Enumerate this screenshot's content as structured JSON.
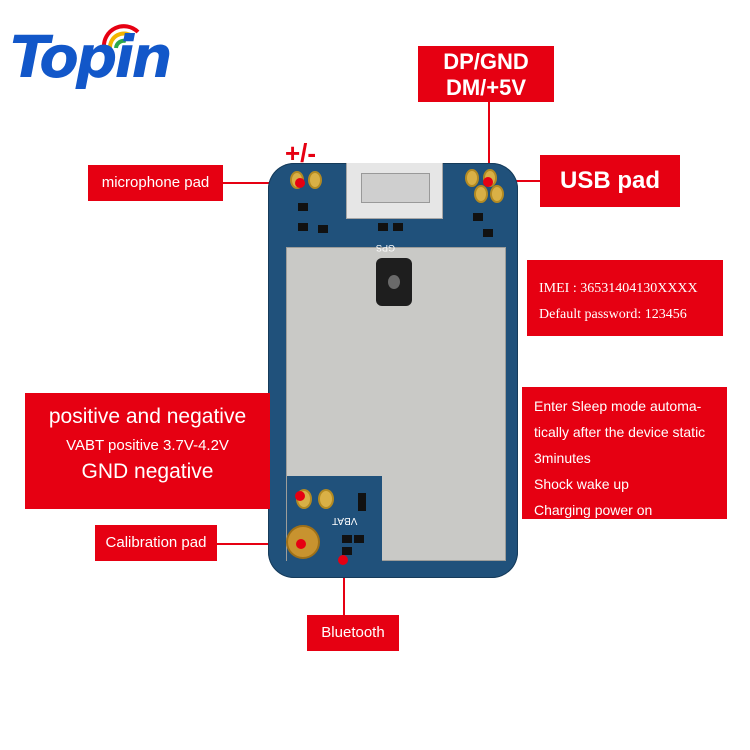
{
  "brand": {
    "logo_text": "Topin",
    "logo_color": "#1257c9",
    "wifi_colors": [
      "#e60012",
      "#f3b400",
      "#2ba84a"
    ]
  },
  "accent_color": "#e60012",
  "labels": {
    "dp_gnd": "DP/GND",
    "dm_5v": "DM/+5V",
    "usb_pad": "USB pad",
    "plus_minus": "+/-",
    "microphone_pad": "microphone pad",
    "imei": "IMEI : 36531404130XXXX",
    "default_password": "Default password: 123456",
    "posneg_title": "positive and negative",
    "vabt": "VABT positive 3.7V-4.2V",
    "gnd": "GND negative",
    "sleep_lines": [
      "Enter Sleep mode automa-",
      "tically after the device static",
      "3minutes",
      "Shock wake up",
      "Charging power on"
    ],
    "calibration_pad": "Calibration pad",
    "bluetooth": "Bluetooth"
  },
  "board_markings": {
    "gps": "GPS",
    "vbat": "VBAT"
  }
}
